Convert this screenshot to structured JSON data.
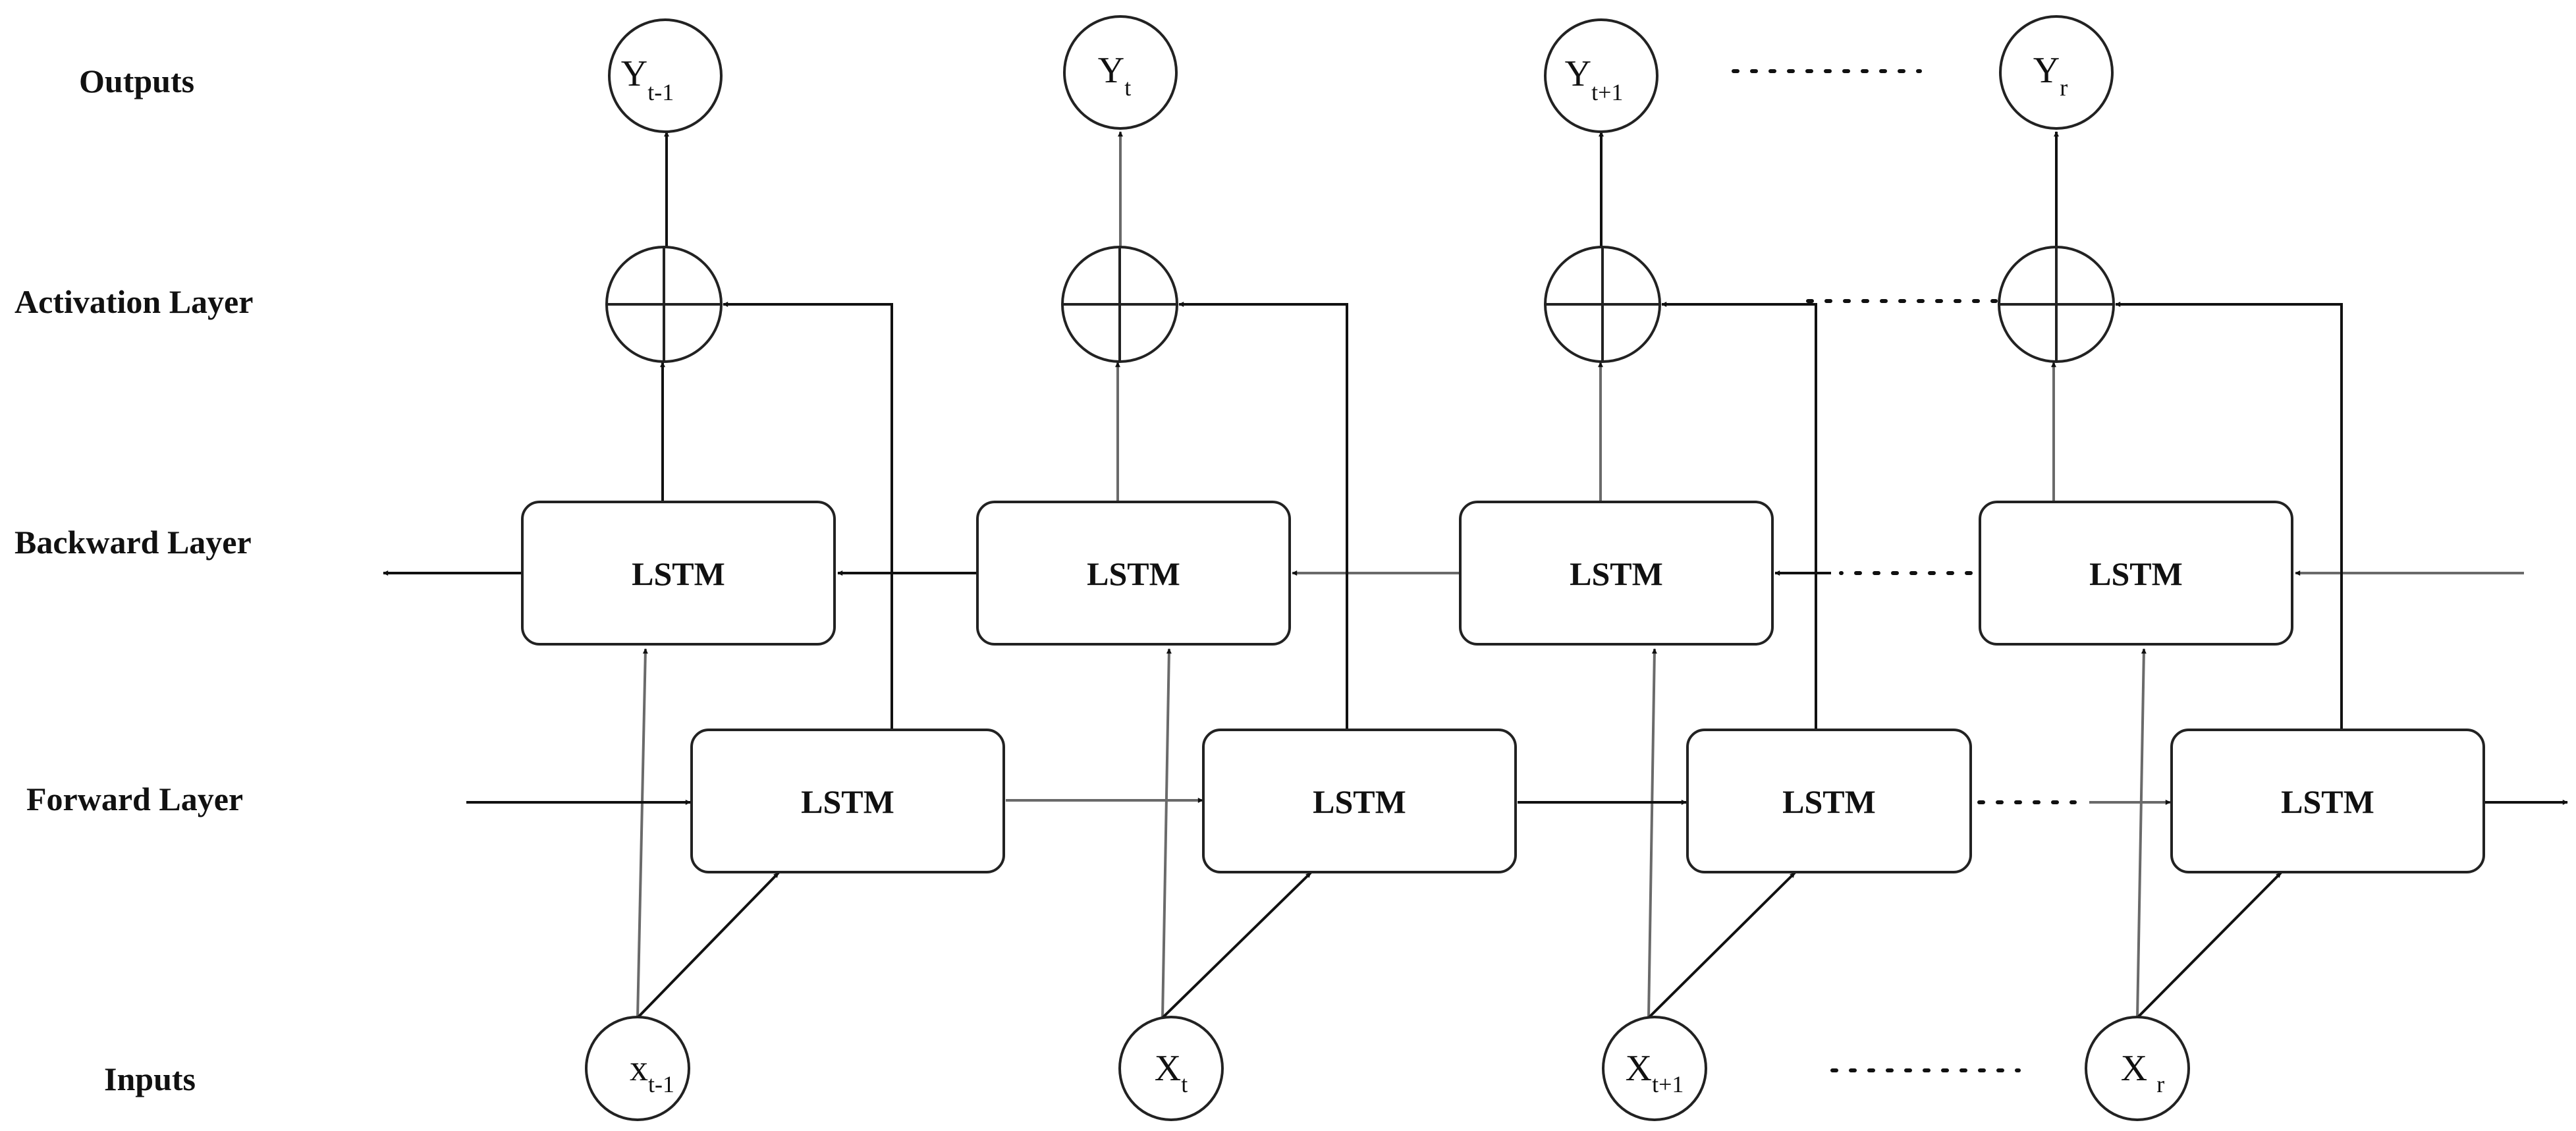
{
  "layers": {
    "outputs": "Outputs",
    "activation": "Activation Layer",
    "backward": "Backward Layer",
    "forward": "Forward Layer",
    "inputs": "Inputs"
  },
  "lstm_label": "LSTM",
  "output_nodes": [
    {
      "main": "Y",
      "sub": "t-1"
    },
    {
      "main": "Y",
      "sub": "t"
    },
    {
      "main": "Y",
      "sub": "t+1"
    },
    {
      "main": "Y",
      "sub": "r"
    }
  ],
  "input_nodes": [
    {
      "main": "x",
      "sub": "t-1"
    },
    {
      "main": "X",
      "sub": "t"
    },
    {
      "main": "X",
      "sub": "t+1"
    },
    {
      "main": "X ",
      "sub": "r"
    }
  ]
}
